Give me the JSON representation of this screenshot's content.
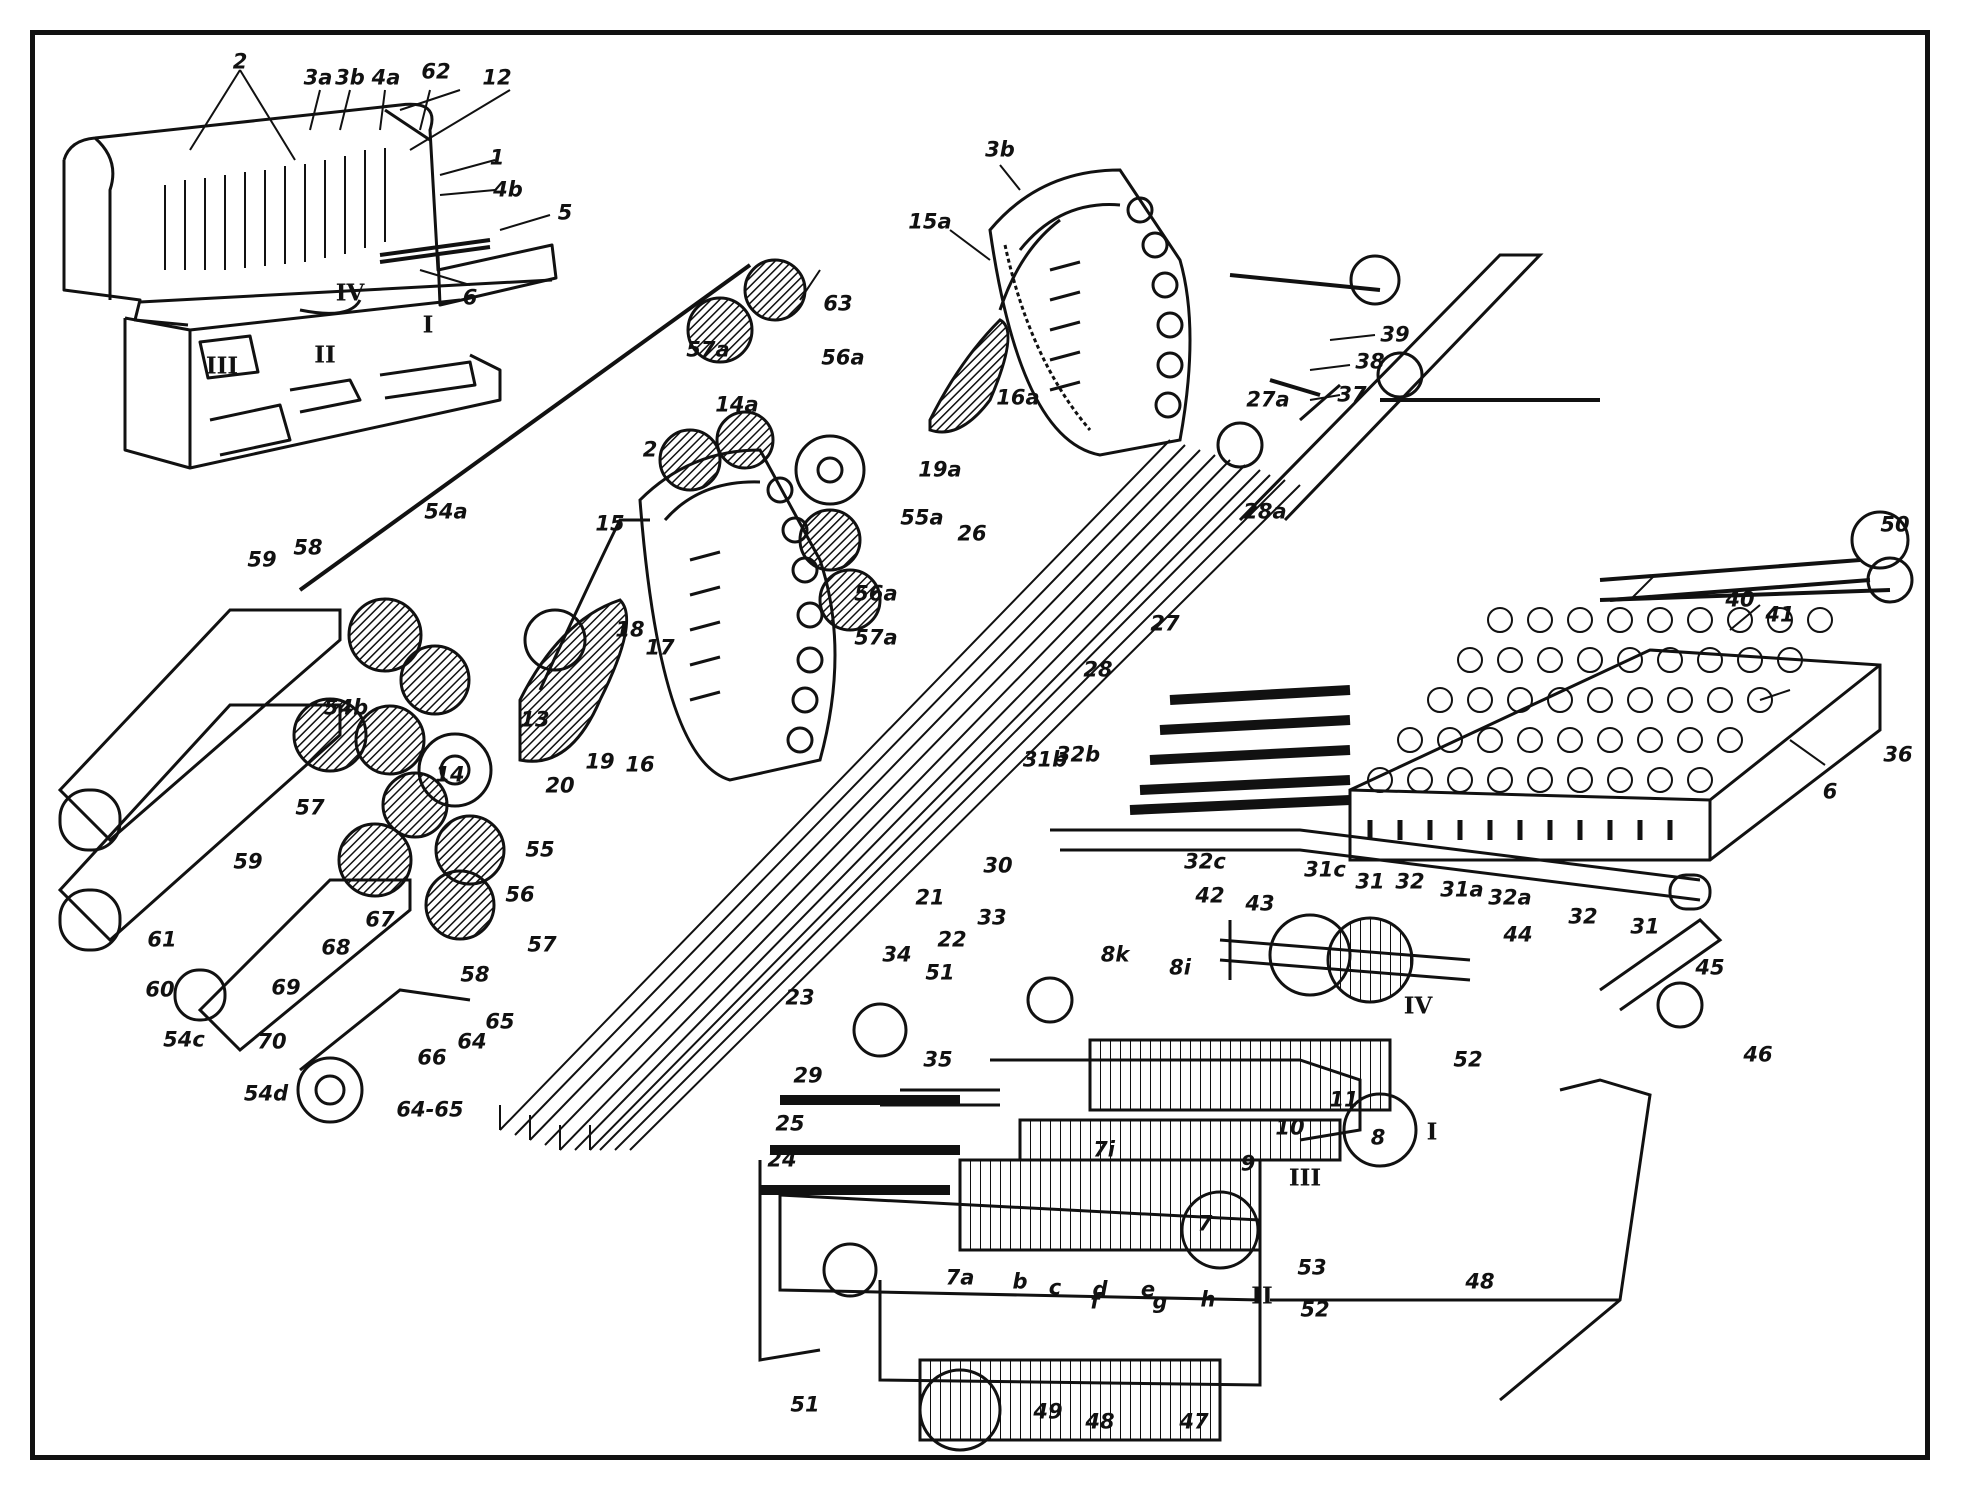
{
  "diagram": {
    "ink_color": "#111111",
    "background_color": "#ffffff",
    "labels": [
      {
        "id": "a2a",
        "text": "2"
      },
      {
        "id": "a3a",
        "text": "3a"
      },
      {
        "id": "a3b",
        "text": "3b"
      },
      {
        "id": "a4a",
        "text": "4a"
      },
      {
        "id": "a62",
        "text": "62"
      },
      {
        "id": "a12",
        "text": "12"
      },
      {
        "id": "a1",
        "text": "1"
      },
      {
        "id": "a4b",
        "text": "4b"
      },
      {
        "id": "a5",
        "text": "5"
      },
      {
        "id": "a6",
        "text": "6"
      },
      {
        "id": "aIV",
        "text": "IV"
      },
      {
        "id": "aIII",
        "text": "III"
      },
      {
        "id": "aII",
        "text": "II"
      },
      {
        "id": "aI",
        "text": "I"
      },
      {
        "id": "b3b",
        "text": "3b"
      },
      {
        "id": "b15a",
        "text": "15a"
      },
      {
        "id": "b63",
        "text": "63"
      },
      {
        "id": "b57a1",
        "text": "57a"
      },
      {
        "id": "b56a1",
        "text": "56a"
      },
      {
        "id": "b14a",
        "text": "14a"
      },
      {
        "id": "b16a",
        "text": "16a"
      },
      {
        "id": "b19a",
        "text": "19a"
      },
      {
        "id": "b2",
        "text": "2"
      },
      {
        "id": "b55a",
        "text": "55a"
      },
      {
        "id": "b26",
        "text": "26"
      },
      {
        "id": "b56a2",
        "text": "56a"
      },
      {
        "id": "b57a2",
        "text": "57a"
      },
      {
        "id": "b39",
        "text": "39"
      },
      {
        "id": "b38",
        "text": "38"
      },
      {
        "id": "b37",
        "text": "37"
      },
      {
        "id": "b27a",
        "text": "27a"
      },
      {
        "id": "b28a",
        "text": "28a"
      },
      {
        "id": "b27",
        "text": "27"
      },
      {
        "id": "b28",
        "text": "28"
      },
      {
        "id": "b54a",
        "text": "54a"
      },
      {
        "id": "b15",
        "text": "15"
      },
      {
        "id": "b18",
        "text": "18"
      },
      {
        "id": "b17",
        "text": "17"
      },
      {
        "id": "b13",
        "text": "13"
      },
      {
        "id": "b19",
        "text": "19"
      },
      {
        "id": "b16",
        "text": "16"
      },
      {
        "id": "b14",
        "text": "14"
      },
      {
        "id": "b55",
        "text": "55"
      },
      {
        "id": "b20",
        "text": "20"
      },
      {
        "id": "b56",
        "text": "56"
      },
      {
        "id": "b57",
        "text": "57"
      },
      {
        "id": "b57b",
        "text": "57"
      },
      {
        "id": "b58",
        "text": "58"
      },
      {
        "id": "b59",
        "text": "59"
      },
      {
        "id": "b54b",
        "text": "54b"
      },
      {
        "id": "b59b",
        "text": "59"
      },
      {
        "id": "b61",
        "text": "61"
      },
      {
        "id": "b60",
        "text": "60"
      },
      {
        "id": "b54c",
        "text": "54c"
      },
      {
        "id": "b69",
        "text": "69"
      },
      {
        "id": "b68",
        "text": "68"
      },
      {
        "id": "b67",
        "text": "67"
      },
      {
        "id": "b58b",
        "text": "58"
      },
      {
        "id": "b65",
        "text": "65"
      },
      {
        "id": "b64",
        "text": "64"
      },
      {
        "id": "b70",
        "text": "70"
      },
      {
        "id": "b66",
        "text": "66"
      },
      {
        "id": "b54d",
        "text": "54d"
      },
      {
        "id": "b6465",
        "text": "64-65"
      },
      {
        "id": "b50",
        "text": "50"
      },
      {
        "id": "b40",
        "text": "40"
      },
      {
        "id": "b41",
        "text": "41"
      },
      {
        "id": "b36",
        "text": "36"
      },
      {
        "id": "b6",
        "text": "6"
      },
      {
        "id": "b31b",
        "text": "31b"
      },
      {
        "id": "b32b",
        "text": "32b"
      },
      {
        "id": "b32c",
        "text": "32c"
      },
      {
        "id": "b31c",
        "text": "31c"
      },
      {
        "id": "b31",
        "text": "31"
      },
      {
        "id": "b32",
        "text": "32"
      },
      {
        "id": "b31a",
        "text": "31a"
      },
      {
        "id": "b32a",
        "text": "32a"
      },
      {
        "id": "b32r",
        "text": "32"
      },
      {
        "id": "b31r",
        "text": "31"
      },
      {
        "id": "b42",
        "text": "42"
      },
      {
        "id": "b43",
        "text": "43"
      },
      {
        "id": "b44",
        "text": "44"
      },
      {
        "id": "b45",
        "text": "45"
      },
      {
        "id": "b46",
        "text": "46"
      },
      {
        "id": "b30",
        "text": "30"
      },
      {
        "id": "b21",
        "text": "21"
      },
      {
        "id": "b22",
        "text": "22"
      },
      {
        "id": "b33",
        "text": "33"
      },
      {
        "id": "b34",
        "text": "34"
      },
      {
        "id": "b51",
        "text": "51"
      },
      {
        "id": "b23",
        "text": "23"
      },
      {
        "id": "b35",
        "text": "35"
      },
      {
        "id": "b29",
        "text": "29"
      },
      {
        "id": "b25",
        "text": "25"
      },
      {
        "id": "b24",
        "text": "24"
      },
      {
        "id": "b8k",
        "text": "8k"
      },
      {
        "id": "b8i",
        "text": "8i"
      },
      {
        "id": "bIV",
        "text": "IV"
      },
      {
        "id": "b52",
        "text": "52"
      },
      {
        "id": "b11",
        "text": "11"
      },
      {
        "id": "b8",
        "text": "8"
      },
      {
        "id": "b10",
        "text": "10"
      },
      {
        "id": "bI",
        "text": "I"
      },
      {
        "id": "b7i",
        "text": "7i"
      },
      {
        "id": "b9",
        "text": "9"
      },
      {
        "id": "bIII",
        "text": "III"
      },
      {
        "id": "b7",
        "text": "7"
      },
      {
        "id": "b53",
        "text": "53"
      },
      {
        "id": "b7a",
        "text": "7a"
      },
      {
        "id": "bb",
        "text": "b"
      },
      {
        "id": "bc",
        "text": "c"
      },
      {
        "id": "bd",
        "text": "d"
      },
      {
        "id": "be",
        "text": "e"
      },
      {
        "id": "bf",
        "text": "f"
      },
      {
        "id": "bg",
        "text": "g"
      },
      {
        "id": "bh",
        "text": "h"
      },
      {
        "id": "bII",
        "text": "II"
      },
      {
        "id": "b52b",
        "text": "52"
      },
      {
        "id": "b48",
        "text": "48"
      },
      {
        "id": "b48b",
        "text": "48"
      },
      {
        "id": "b51b",
        "text": "51"
      },
      {
        "id": "b49",
        "text": "49"
      },
      {
        "id": "b47",
        "text": "47"
      }
    ]
  }
}
